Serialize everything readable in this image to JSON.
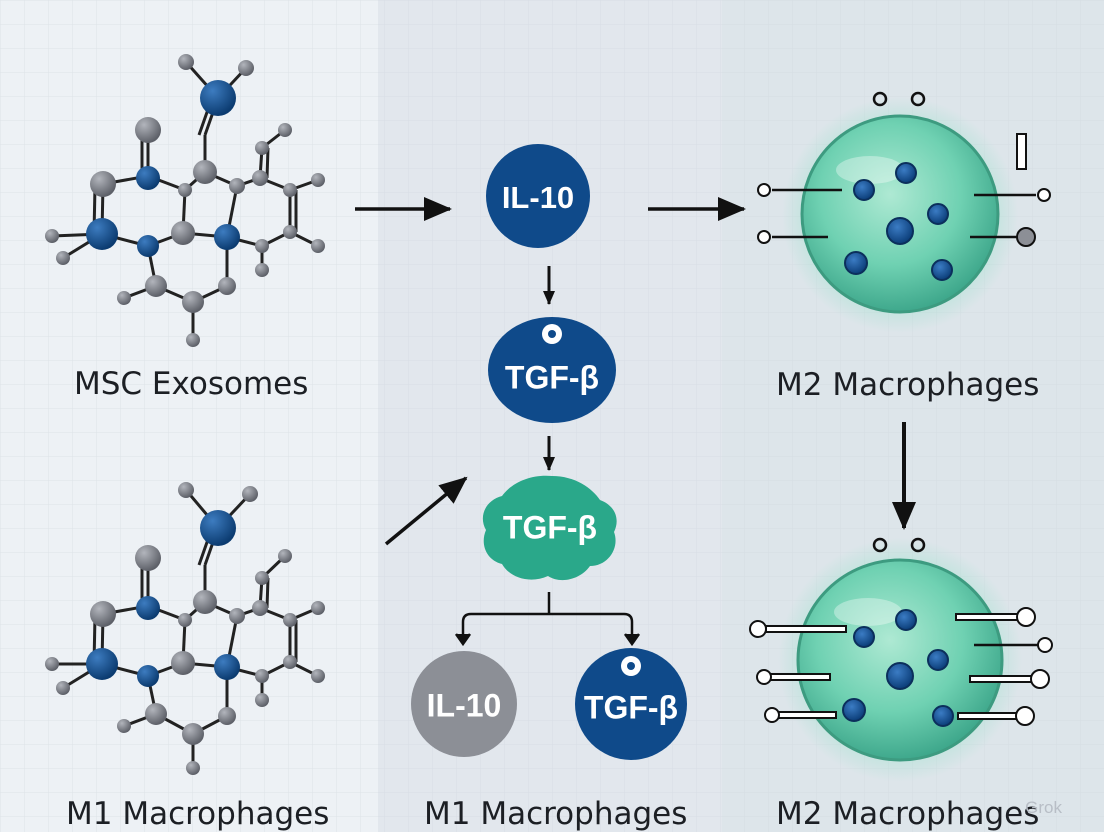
{
  "labels": {
    "msc_exosomes": "MSC Exosomes",
    "m2_macrophages_top": "M2 Macrophages",
    "m1_macrophages_left": "M1 Macrophages",
    "m1_macrophages_center": "M1 Macrophages",
    "m2_macrophages_bottom": "M2 Macrophages"
  },
  "nodes": {
    "il10_top": "IL-10",
    "tgfb_mid": "TGF-β",
    "tgfb_cloud": "TGF-β",
    "il10_bottom": "IL-10",
    "tgfb_bottom": "TGF-β"
  },
  "watermark": "Grok",
  "colors": {
    "navy": "#0f4a8a",
    "teal": "#2aa88a",
    "gray": "#8c8f96",
    "cell": "#6fd1b2",
    "atom_gray": "#7d8089",
    "atom_blue": "#11497f"
  }
}
